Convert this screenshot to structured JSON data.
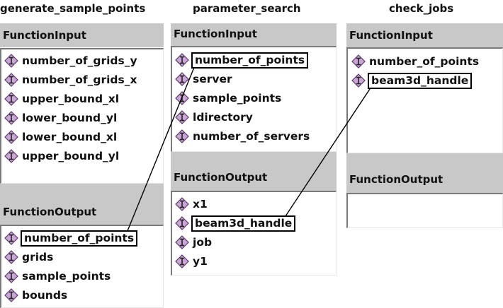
{
  "panels": [
    {
      "title": "generate_sample_points",
      "input_header": "FunctionInput",
      "inputs": [
        "number_of_grids_y",
        "number_of_grids_x",
        "upper_bound_xl",
        "lower_bound_yl",
        "lower_bound_xl",
        "upper_bound_yl"
      ],
      "output_header": "FunctionOutput",
      "outputs": [
        "number_of_points",
        "grids",
        "sample_points",
        "bounds"
      ]
    },
    {
      "title": "parameter_search",
      "input_header": "FunctionInput",
      "inputs": [
        "number_of_points",
        "server",
        "sample_points",
        "ldirectory",
        "number_of_servers"
      ],
      "output_header": "FunctionOutput",
      "outputs": [
        "x1",
        "beam3d_handle",
        "job",
        "y1"
      ]
    },
    {
      "title": "check_jobs",
      "input_header": "FunctionInput",
      "inputs": [
        "number_of_points",
        "beam3d_handle"
      ],
      "output_header": "FunctionOutput",
      "outputs": []
    }
  ],
  "highlighted": [
    "panels.0.outputs.0",
    "panels.1.inputs.0",
    "panels.1.outputs.1",
    "panels.2.inputs.1"
  ],
  "connections": [
    {
      "from": "generate_sample_points.number_of_points",
      "to": "parameter_search.number_of_points"
    },
    {
      "from": "parameter_search.beam3d_handle",
      "to": "check_jobs.beam3d_handle"
    }
  ],
  "colors": {
    "header_bg": "#c8c8c8",
    "icon_fill": "#c9a6d6",
    "icon_stroke": "#5a3a6a"
  },
  "icon": "parameter-diamond-icon"
}
